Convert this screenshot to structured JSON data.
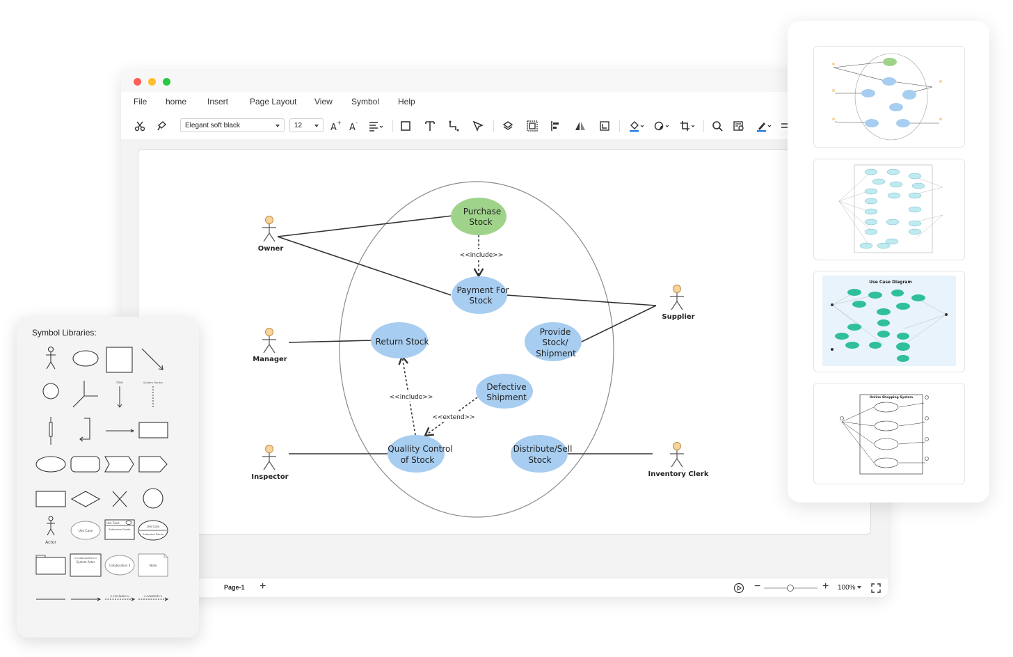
{
  "menu": [
    "File",
    "home",
    "Insert",
    "Page Layout",
    "View",
    "Symbol",
    "Help"
  ],
  "toolbar": {
    "font_family": "Elegant soft black",
    "font_size": "12"
  },
  "diagram": {
    "use_cases": {
      "purchase": [
        "Purchase",
        "Stock"
      ],
      "payment": [
        "Payment For",
        "Stock"
      ],
      "return": [
        "Return Stock"
      ],
      "provide": [
        "Provide",
        "Stock/",
        "Shipment"
      ],
      "defective": [
        "Defective",
        "Shipment"
      ],
      "quality": [
        "Quallity Control",
        "of Stock"
      ],
      "distribute": [
        "Distribute/Sell",
        "Stock"
      ]
    },
    "actors": {
      "owner": "Owner",
      "manager": "Manager",
      "inspector": "Inspector",
      "supplier": "Supplier",
      "clerk": "Inventory Clerk"
    },
    "relations": {
      "include1": "<<include>>",
      "include2": "<<include>>",
      "extend": "<<extend>>"
    },
    "colors": {
      "green": "#9fd38a",
      "blue": "#a7cdf0",
      "actor_head": "#f8d49a"
    }
  },
  "statusbar": {
    "page_tab": "Page-1",
    "zoom": "100%"
  },
  "symbol_library": {
    "title": "Symbol Libraries:",
    "labels": {
      "flow": "Flow",
      "system_border": "System Border",
      "actor": "Actor",
      "use_case": "Use Case",
      "use_case_ext": "Use Case",
      "extension_points": "Extension Points",
      "collab": "Use Case",
      "collab_points": "Extension Points",
      "subsystem": "<<subsystem>>",
      "system_actor": "System Actor",
      "collaboration": "Collaboration X",
      "note": "Note",
      "include": "<<include>>",
      "extend": "<<extend>>"
    }
  },
  "thumbnails": {
    "t3_title": "Use Case Diagram",
    "t4_title": "Online Shopping System"
  }
}
